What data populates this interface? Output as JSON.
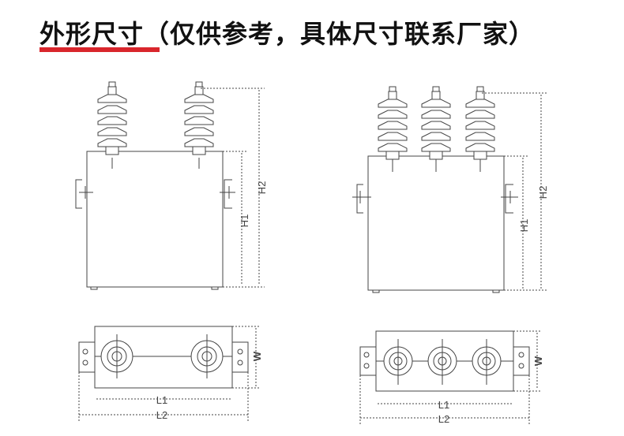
{
  "title": "外形尺寸（仅供参考，具体尺寸联系厂家）",
  "colors": {
    "accent_underline": "#d9262c",
    "line": "#444444",
    "fill": "#ffffff"
  },
  "left_unit": {
    "name": "two-bushing",
    "bushings": 2,
    "labels": {
      "height_body": "H1",
      "height_total": "H2",
      "width": "W",
      "length_inner": "L1",
      "length_total": "L2"
    }
  },
  "right_unit": {
    "name": "three-bushing",
    "bushings": 3,
    "labels": {
      "height_body": "H1",
      "height_total": "H2",
      "width": "W",
      "length_inner": "L1",
      "length_total": "L2"
    }
  }
}
